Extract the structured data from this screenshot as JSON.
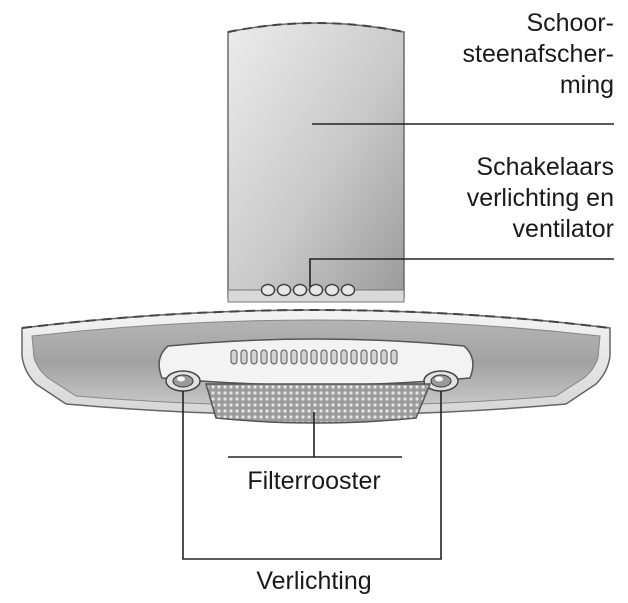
{
  "labels": {
    "chimney": [
      "Schoor-",
      "steenafscher-",
      "ming"
    ],
    "switches": [
      "Schakelaars",
      "verlichting en",
      "ventilator"
    ],
    "filter": "Filterrooster",
    "lighting": "Verlichting"
  },
  "colors": {
    "steel_light": "#f2f2f2",
    "steel_mid": "#c8c8c8",
    "steel_dark": "#8a8a8a",
    "outline": "#555555",
    "leader": "#222222"
  }
}
